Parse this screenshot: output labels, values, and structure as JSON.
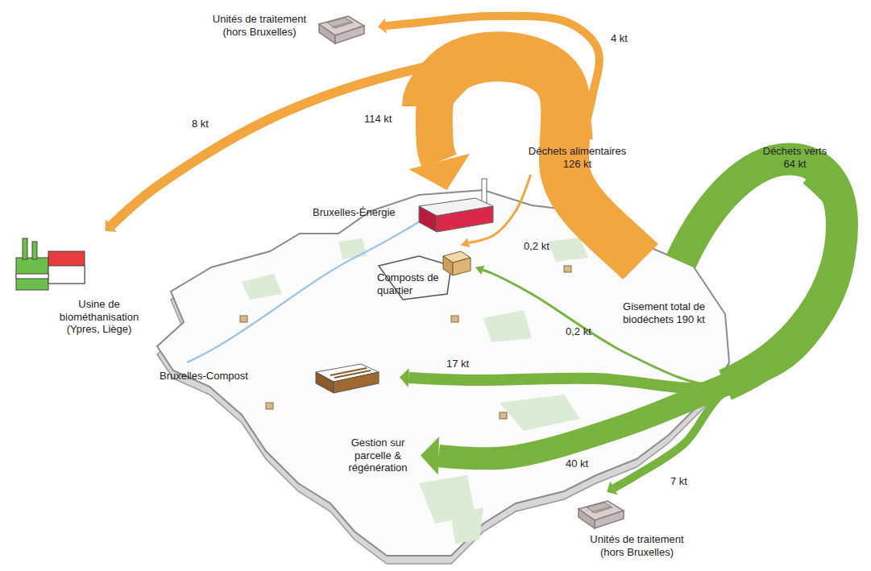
{
  "diagram": {
    "nodes": [
      {
        "text": [
          "Unités de traitement (hors Bruxelles)"
        ]
      },
      {
        "text": [
          "Déchets alimentaires 126 kt"
        ]
      },
      {
        "text": [
          "Déchets verts 64 kt"
        ]
      },
      {
        "text": [
          "Gisement total de biodéchets 190 kt"
        ]
      },
      {
        "text": [
          "Bruxelles-Énergie"
        ]
      },
      {
        "text": [
          "Usine de biométhanisation (Ypres, Liège)"
        ]
      },
      {
        "text": [
          "Composts de quartier"
        ]
      },
      {
        "text": [
          "Bruxelles-Compost"
        ]
      },
      {
        "text": [
          "Gestion sur parcelle & régénération"
        ]
      },
      {
        "text": [
          "Unités de traitement (hors Bruxelles)"
        ]
      }
    ],
    "edges": [
      {
        "from": 1,
        "to": 0,
        "label": "4 kt",
        "arrow": "to"
      },
      {
        "from": 1,
        "to": 5,
        "label": "8 kt",
        "arrow": "to"
      },
      {
        "from": 1,
        "to": 4,
        "label": "114 kt",
        "arrow": "to"
      },
      {
        "from": 1,
        "to": 6,
        "label": "0,2 kt",
        "arrow": "to"
      },
      {
        "from": 2,
        "to": 6,
        "label": "0,2 kt",
        "arrow": "to"
      },
      {
        "from": 2,
        "to": 7,
        "label": "17 kt",
        "arrow": "to"
      },
      {
        "from": 2,
        "to": 8,
        "label": "40 kt",
        "arrow": "to"
      },
      {
        "from": 2,
        "to": 9,
        "label": "7 kt",
        "arrow": "to"
      }
    ]
  }
}
